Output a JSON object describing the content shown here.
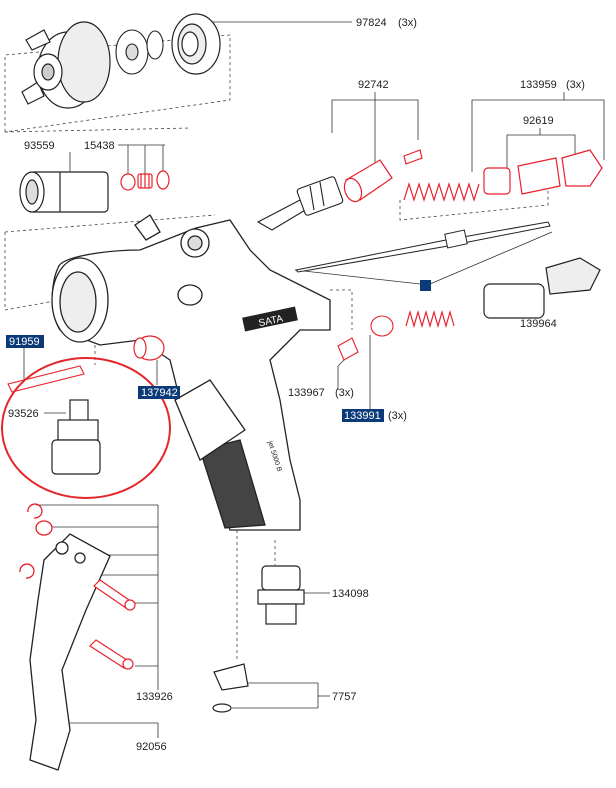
{
  "colors": {
    "highlight": "#0b3a78",
    "red_part": "#e8202a",
    "circle": "#e3262a",
    "outline": "#222222"
  },
  "labels": {
    "p97824": "97824",
    "p97824_qty": "(3x)",
    "p92742": "92742",
    "p133959": "133959",
    "p133959_qty": "(3x)",
    "p92619": "92619",
    "p93559": "93559",
    "p15438": "15438",
    "p91959": "91959",
    "p137942": "137942",
    "p93526": "93526",
    "p133967": "133967",
    "p133967_qty": "(3x)",
    "p133991": "133991",
    "p133991_qty": "(3x)",
    "p139964": "139964",
    "p134098": "134098",
    "p133926": "133926",
    "p7757": "7757",
    "p92056": "92056",
    "gun_brand": "SATA",
    "gun_model": "jet 5000 B"
  }
}
